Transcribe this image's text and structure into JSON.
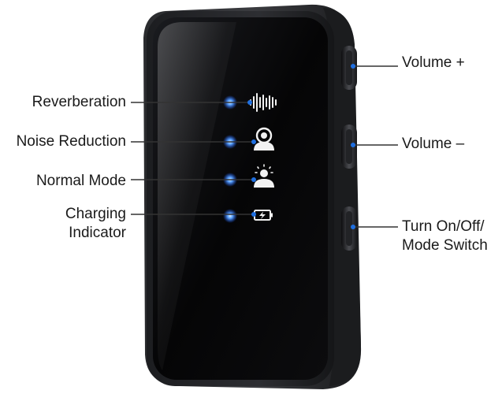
{
  "left_labels": [
    {
      "id": "reverberation",
      "lines": [
        "Reverberation"
      ],
      "icon": "sound-wave-icon"
    },
    {
      "id": "noise-reduction",
      "lines": [
        "Noise Reduction"
      ],
      "icon": "person-circle-icon"
    },
    {
      "id": "normal-mode",
      "lines": [
        "Normal Mode"
      ],
      "icon": "person-sun-icon"
    },
    {
      "id": "charging-indicator",
      "lines": [
        "Charging",
        "Indicator"
      ],
      "icon": "battery-charging-icon"
    }
  ],
  "right_labels": [
    {
      "id": "volume-up",
      "lines": [
        "Volume +"
      ]
    },
    {
      "id": "volume-down",
      "lines": [
        "Volume –"
      ]
    },
    {
      "id": "power-mode",
      "lines": [
        "Turn On/Off/",
        "Mode Switch"
      ]
    }
  ],
  "colors": {
    "device_body": "#0b0b0d",
    "device_frame": "#2a2b2e",
    "led_blue": "#3f8dff",
    "pointer_dot": "#1f6fe0",
    "line": "#333333",
    "label_text": "#1a1a1a"
  }
}
